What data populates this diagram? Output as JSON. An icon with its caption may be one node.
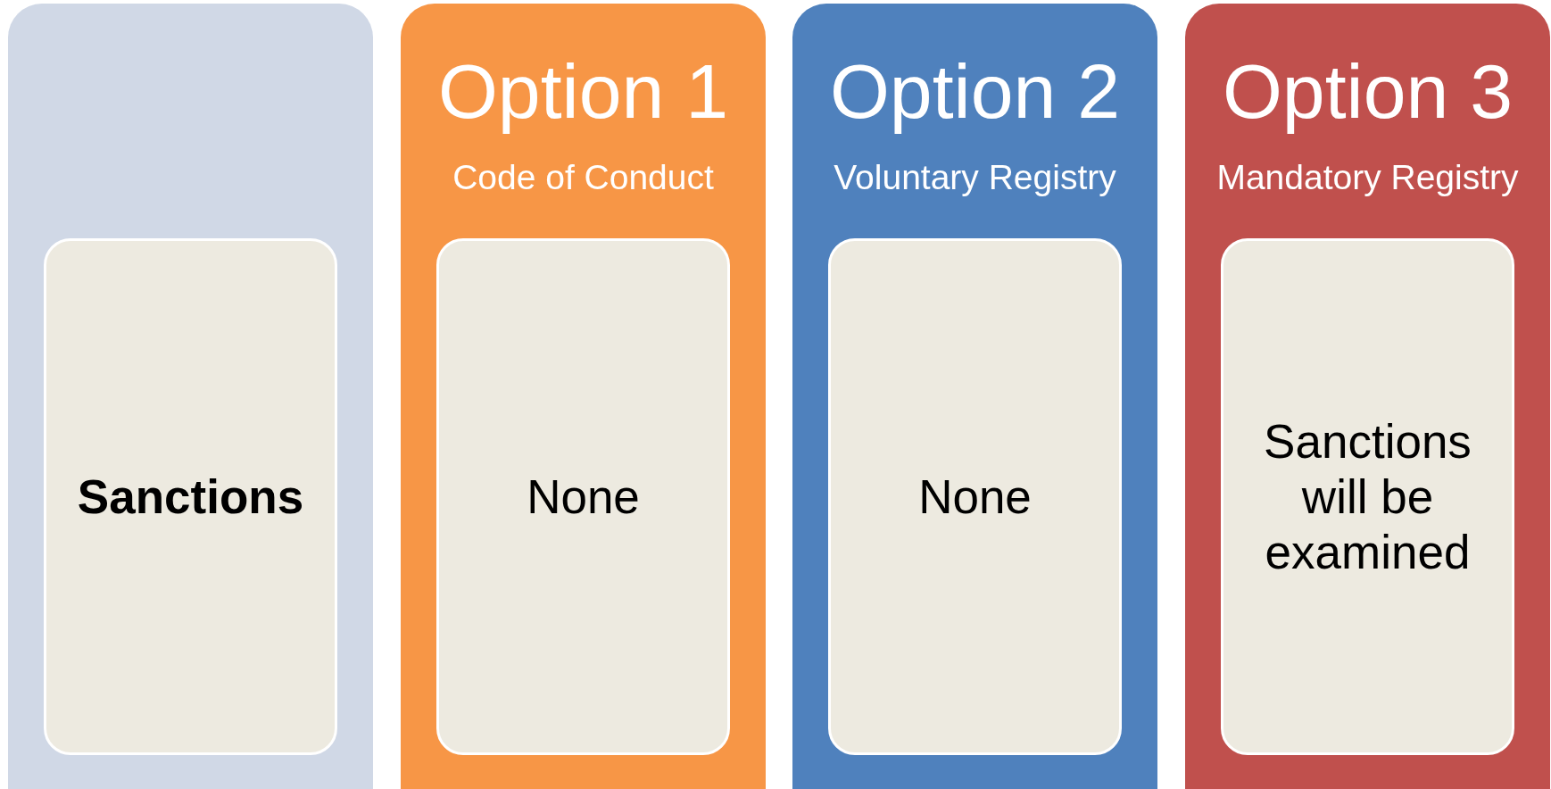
{
  "diagram": {
    "nodes": [
      {
        "text": [],
        "shape": "box"
      },
      {
        "text": [
          "Sanctions"
        ],
        "in": 0
      },
      {
        "text": [
          "Option 1",
          "Code of Conduct"
        ]
      },
      {
        "text": [
          "None"
        ],
        "in": 2
      },
      {
        "text": [
          "Option 2",
          "Voluntary Registry"
        ]
      },
      {
        "text": [
          "None"
        ],
        "in": 4
      },
      {
        "text": [
          "Option 3",
          "Mandatory Registry"
        ]
      },
      {
        "text": [
          "Sanctions will be examined"
        ],
        "in": 6
      }
    ]
  }
}
